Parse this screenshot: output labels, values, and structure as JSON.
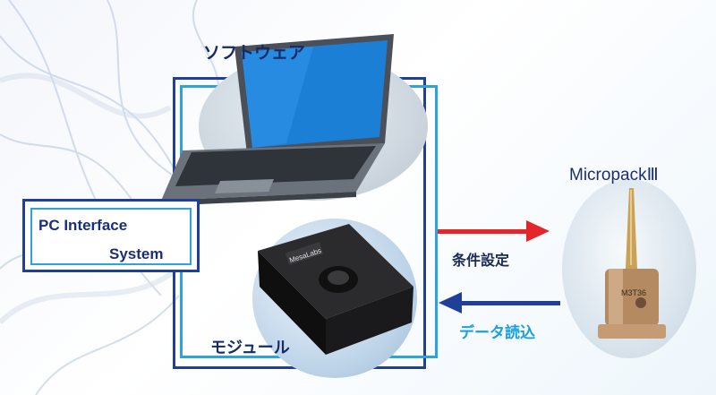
{
  "labels": {
    "software": "ソフトウェア",
    "module": "モジュール",
    "probe": "MicropackⅢ",
    "settings": "条件設定",
    "data_readout": "データ読込"
  },
  "pc_interface": {
    "line1": "PC Interface",
    "line2": "System"
  },
  "module_brand": "MesaLabs",
  "probe_marking": "M3T36",
  "colors": {
    "outer_frame": "#1f3f99",
    "inner_frame": "#2aa3e0",
    "arrow_settings": "#e4262b",
    "arrow_readout": "#1f3f99",
    "readout_text": "#1aa0de"
  }
}
